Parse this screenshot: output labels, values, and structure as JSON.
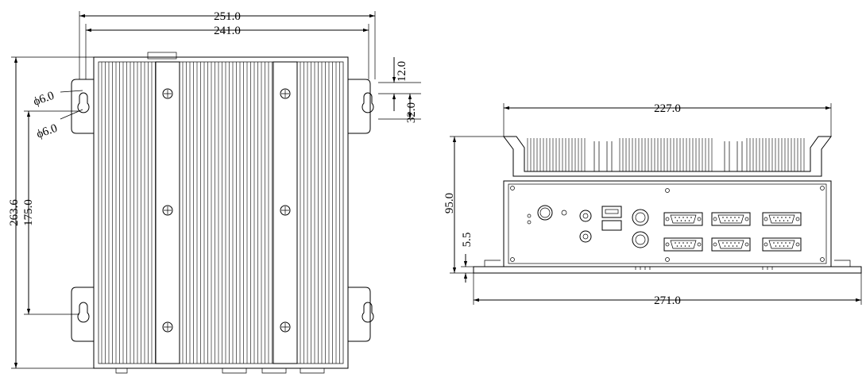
{
  "top_view": {
    "width_outer": "251.0",
    "width_inner": "241.0",
    "height_total": "263.6",
    "height_holes": "175.0",
    "hole_dia_1": "ϕ6.0",
    "hole_dia_2": "ϕ6.0",
    "slot_offset": "12.0",
    "slot_length": "32.0"
  },
  "front_view": {
    "width_top": "227.0",
    "height": "95.0",
    "base_height": "5.5",
    "width_bottom": "271.0"
  },
  "colors": {
    "line": "#000000",
    "background": "#ffffff"
  }
}
